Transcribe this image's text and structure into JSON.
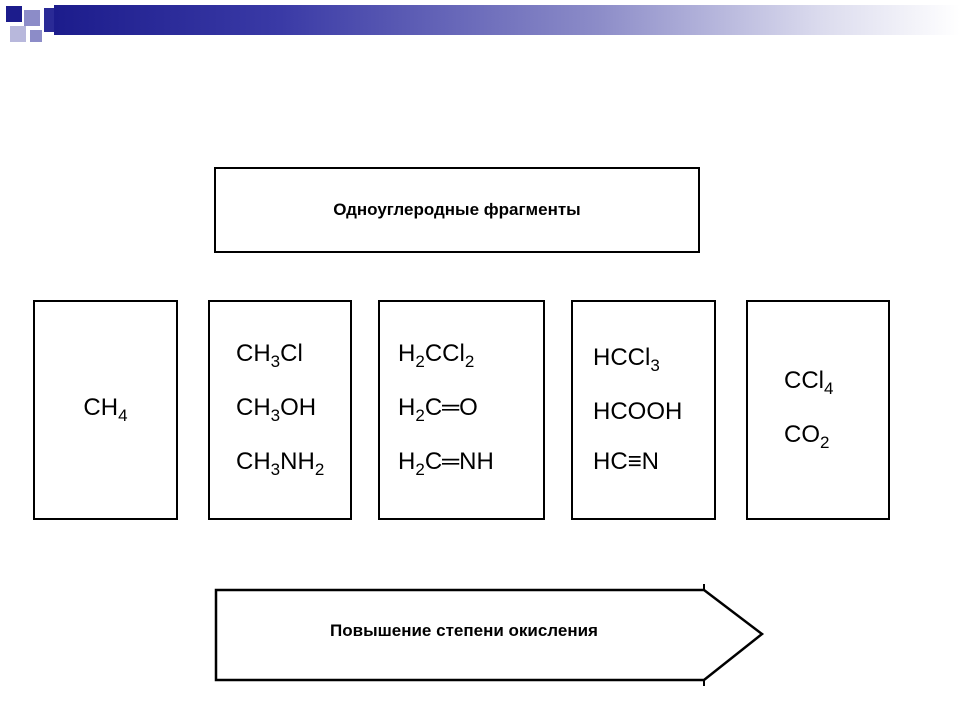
{
  "header": {
    "label": "Одноуглеродные фрагменты"
  },
  "columns": [
    {
      "formulas": [
        [
          "CH",
          "4",
          ""
        ]
      ]
    },
    {
      "formulas": [
        [
          "CH",
          "3",
          "Cl"
        ],
        [
          "CH",
          "3",
          "OH"
        ],
        [
          "CH",
          "3",
          "NH",
          "2"
        ]
      ]
    },
    {
      "formulas": [
        [
          "H",
          "2",
          "CCl",
          "2"
        ],
        [
          "H",
          "2",
          "C═O"
        ],
        [
          "H",
          "2",
          "C═NH"
        ]
      ]
    },
    {
      "formulas": [
        [
          "HCCl",
          "3"
        ],
        [
          "HCOOH"
        ],
        [
          "HC≡N"
        ]
      ]
    },
    {
      "formulas": [
        [
          "CCl",
          "4"
        ],
        [
          "CO",
          "2"
        ]
      ]
    }
  ],
  "arrow": {
    "label": "Повышение степени окисления"
  }
}
